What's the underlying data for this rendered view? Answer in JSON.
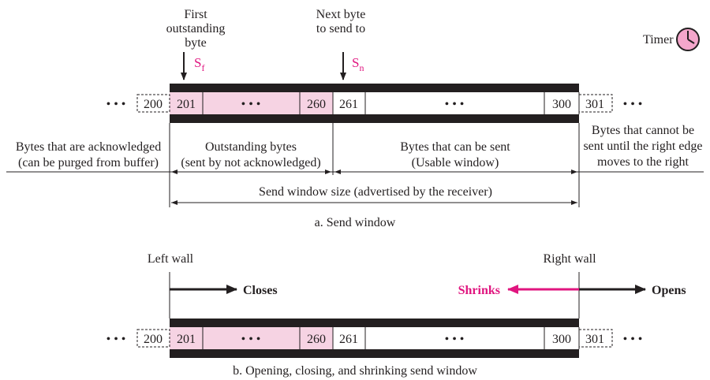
{
  "top": {
    "first_outstanding": [
      "First",
      "outstanding",
      "byte"
    ],
    "next_byte": [
      "Next byte",
      "to send to"
    ],
    "sf_base": "S",
    "sf_sub": "f",
    "sn_base": "S",
    "sn_sub": "n",
    "timer_label": "Timer",
    "cells": {
      "c200": "200",
      "c201": "201",
      "dots_a": "• • •",
      "c260": "260",
      "c261": "261",
      "dots_b": "• • •",
      "c300": "300",
      "c301": "301"
    },
    "left_ellipsis": "• • •",
    "right_ellipsis": "• • •",
    "acknowledged": [
      "Bytes that are acknowledged",
      "(can be purged from buffer)"
    ],
    "outstanding": [
      "Outstanding bytes",
      "(sent by not acknowledged)"
    ],
    "can_be_sent": [
      "Bytes that can be sent",
      "(Usable window)"
    ],
    "cannot_be_sent": [
      "Bytes that cannot be",
      "sent until the right edge",
      "moves to the right"
    ],
    "window_size": "Send window size (advertised by the receiver)",
    "caption": "a. Send window"
  },
  "bottom": {
    "left_wall": "Left wall",
    "right_wall": "Right wall",
    "closes": "Closes",
    "shrinks": "Shrinks",
    "opens": "Opens",
    "cells": {
      "c200": "200",
      "c201": "201",
      "dots_a": "• • •",
      "c260": "260",
      "c261": "261",
      "dots_b": "• • •",
      "c300": "300",
      "c301": "301"
    },
    "left_ellipsis": "• • •",
    "right_ellipsis": "• • •",
    "caption": "b. Opening, closing, and shrinking send window"
  },
  "colors": {
    "pink_fill": "#f6d3e3",
    "accent": "#e0157f",
    "band": "#231f20"
  }
}
